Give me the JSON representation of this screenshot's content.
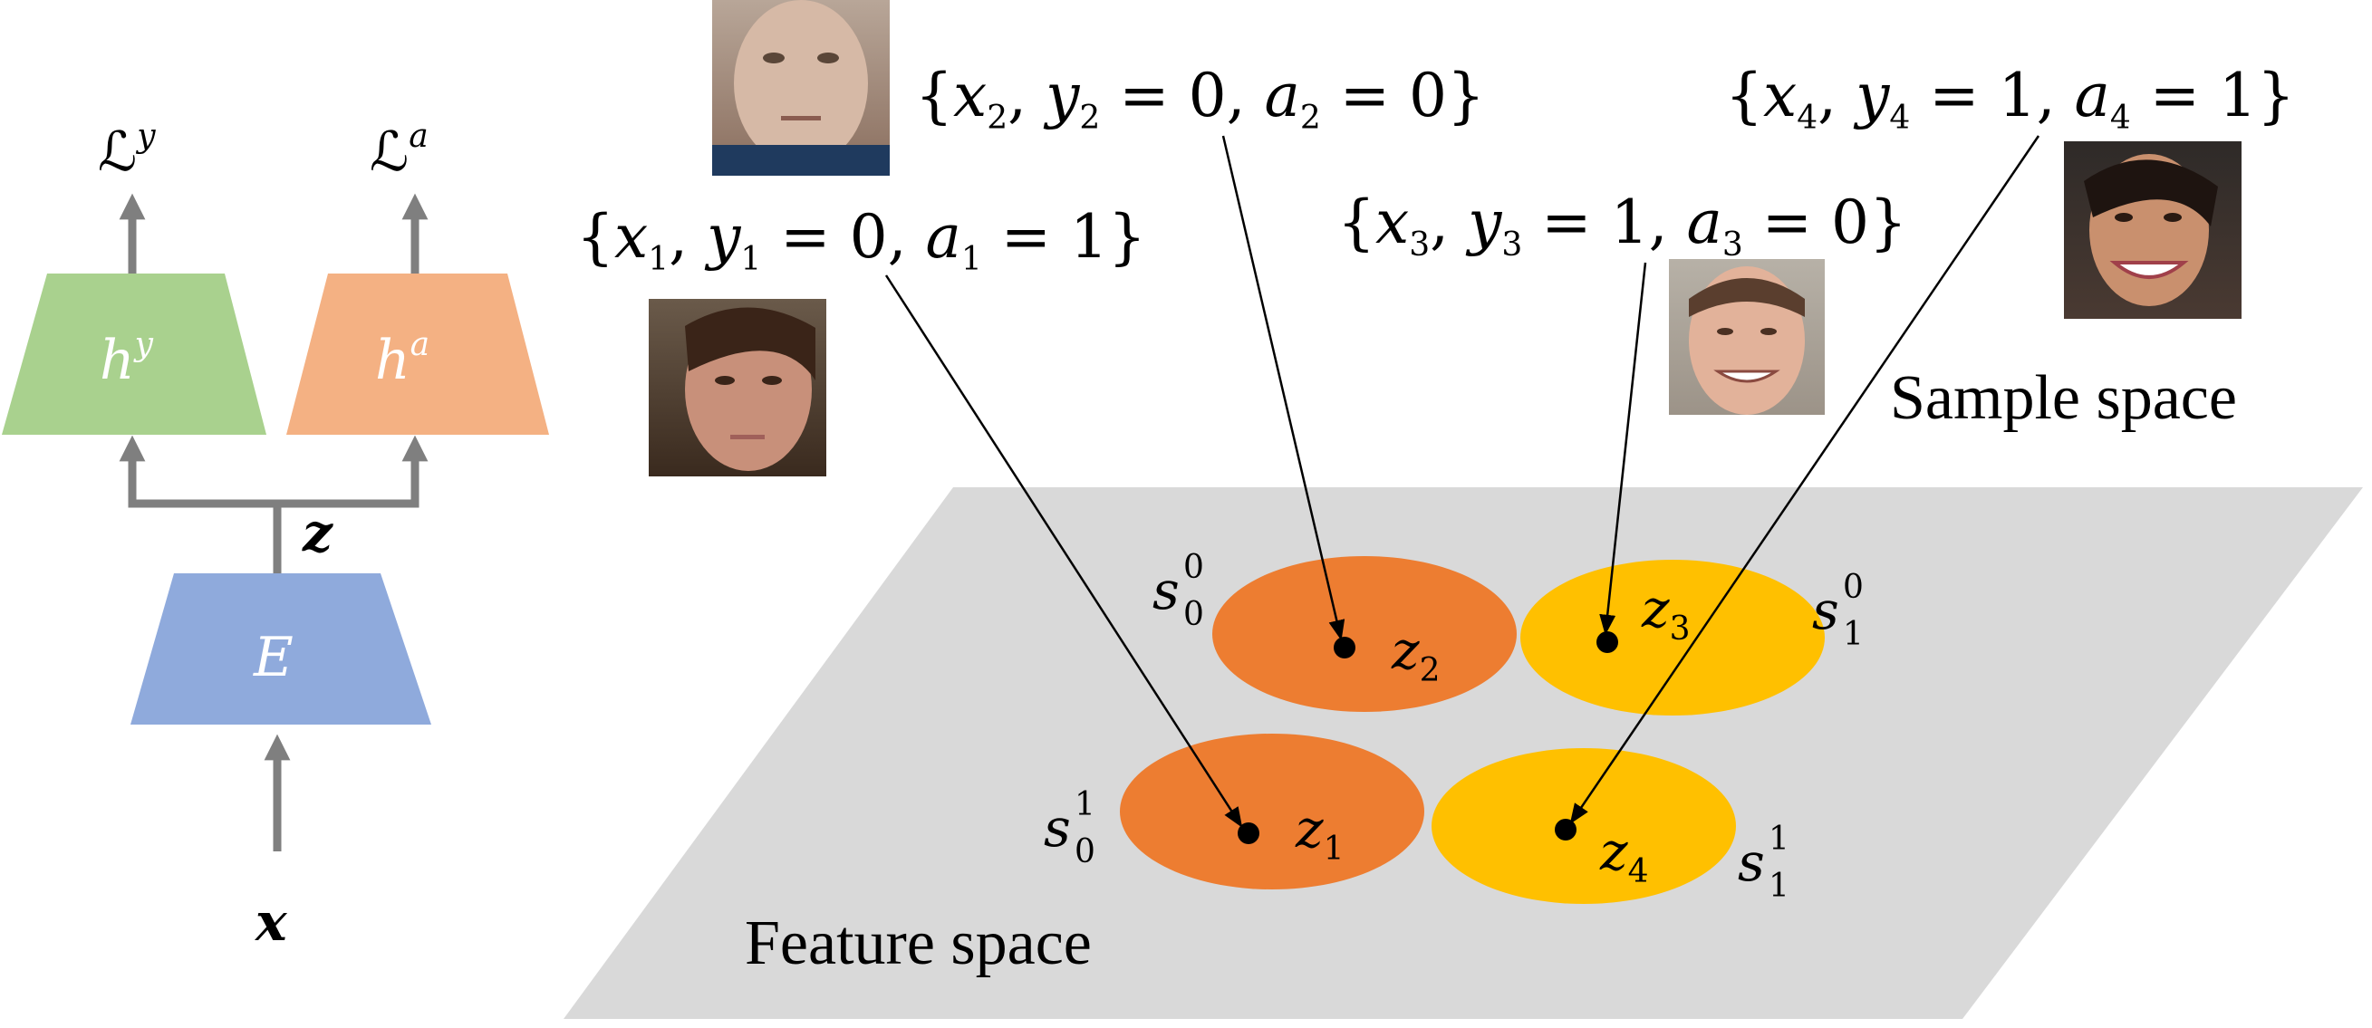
{
  "network": {
    "loss_y": "ℒ",
    "loss_y_sup": "y",
    "loss_a": "ℒ",
    "loss_a_sup": "a",
    "head_y": "h",
    "head_y_sup": "y",
    "head_a": "h",
    "head_a_sup": "a",
    "feature_label": "z",
    "encoder": "E",
    "input_label": "x",
    "colors": {
      "head_y": "#a9d18e",
      "head_a": "#f4b183",
      "encoder": "#8faadc",
      "arrow": "#7f7f7f"
    }
  },
  "samples": [
    {
      "open": "{",
      "x": "x",
      "i": "1",
      "y": "y",
      "eq_y": " = 0,",
      "a": "a",
      "eq_a": " = 1}",
      "face": "face-woman-1"
    },
    {
      "open": "{",
      "x": "x",
      "i": "2",
      "y": "y",
      "eq_y": " = 0,",
      "a": "a",
      "eq_a": " = 0}",
      "face": "face-man-2"
    },
    {
      "open": "{",
      "x": "x",
      "i": "3",
      "y": "y",
      "eq_y": " = 1,",
      "a": "a",
      "eq_a": " = 0}",
      "face": "face-man-3"
    },
    {
      "open": "{",
      "x": "x",
      "i": "4",
      "y": "y",
      "eq_y": " = 1,",
      "a": "a",
      "eq_a": " = 1}",
      "face": "face-woman-4"
    }
  ],
  "feature_space": {
    "label": "Feature space",
    "plane_color": "#d9d9d9",
    "points": [
      {
        "name": "z",
        "i": "1"
      },
      {
        "name": "z",
        "i": "2"
      },
      {
        "name": "z",
        "i": "3"
      },
      {
        "name": "z",
        "i": "4"
      }
    ],
    "groups": [
      {
        "base": "s",
        "sub": "0",
        "sup": "0",
        "color": "#ed7d31"
      },
      {
        "base": "s",
        "sub": "1",
        "sup": "0",
        "color": "#ffc000"
      },
      {
        "base": "s",
        "sub": "0",
        "sup": "1",
        "color": "#ed7d31"
      },
      {
        "base": "s",
        "sub": "1",
        "sup": "1",
        "color": "#ffc000"
      }
    ]
  },
  "sample_space": {
    "label": "Sample space"
  }
}
